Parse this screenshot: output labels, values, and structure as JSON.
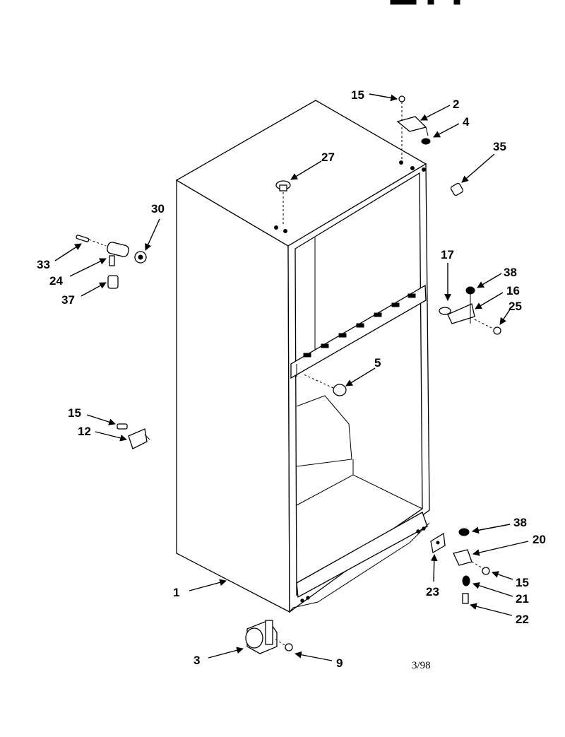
{
  "date_code": "3/98",
  "callouts": [
    {
      "id": "c1",
      "num": "1"
    },
    {
      "id": "c2",
      "num": "2"
    },
    {
      "id": "c3",
      "num": "3"
    },
    {
      "id": "c4",
      "num": "4"
    },
    {
      "id": "c5",
      "num": "5"
    },
    {
      "id": "c9",
      "num": "9"
    },
    {
      "id": "c12",
      "num": "12"
    },
    {
      "id": "c15a",
      "num": "15"
    },
    {
      "id": "c15b",
      "num": "15"
    },
    {
      "id": "c15c",
      "num": "15"
    },
    {
      "id": "c16",
      "num": "16"
    },
    {
      "id": "c17",
      "num": "17"
    },
    {
      "id": "c20",
      "num": "20"
    },
    {
      "id": "c21",
      "num": "21"
    },
    {
      "id": "c22",
      "num": "22"
    },
    {
      "id": "c23",
      "num": "23"
    },
    {
      "id": "c24",
      "num": "24"
    },
    {
      "id": "c25",
      "num": "25"
    },
    {
      "id": "c27",
      "num": "27"
    },
    {
      "id": "c30",
      "num": "30"
    },
    {
      "id": "c33",
      "num": "33"
    },
    {
      "id": "c35",
      "num": "35"
    },
    {
      "id": "c37",
      "num": "37"
    },
    {
      "id": "c38a",
      "num": "38"
    },
    {
      "id": "c38b",
      "num": "38"
    }
  ]
}
